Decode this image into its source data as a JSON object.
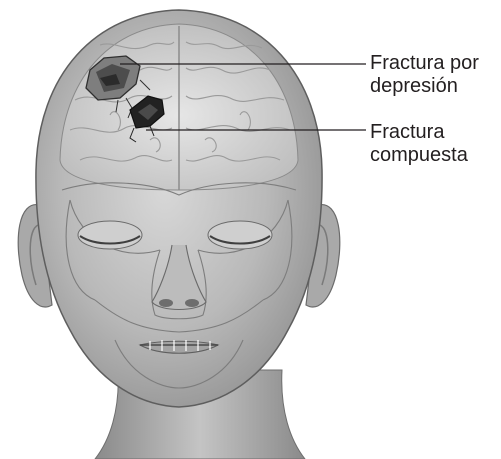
{
  "labels": {
    "depression_fracture": {
      "line1": "Fractura por",
      "line2": "depresión"
    },
    "compound_fracture": {
      "line1": "Fractura",
      "line2": "compuesta"
    }
  }
}
